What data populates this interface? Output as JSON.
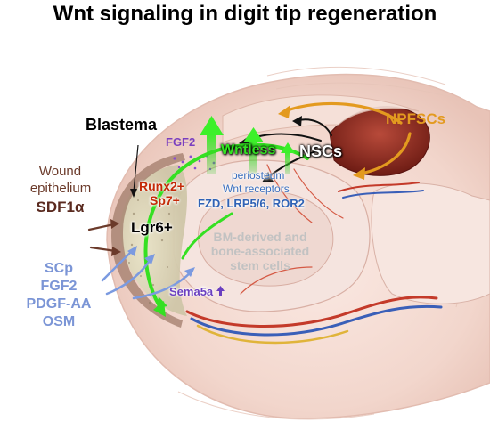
{
  "title": "Wnt signaling in digit tip regeneration",
  "labels": {
    "blastema": "Blastema",
    "fgf2_top": "FGF2",
    "wntless": "Wntless",
    "nscs": "NSCs",
    "npfscs": "NPFSCs",
    "runx2": "Runx2+",
    "sp7": "Sp7+",
    "periosteum": "periosteum",
    "wnt_receptors": "Wnt receptors",
    "receptor_list": "FZD, LRP5/6, ROR2",
    "lgr6": "Lgr6+",
    "bm_line1": "BM-derived and",
    "bm_line2": "bone-associated",
    "bm_line3": "stem cells",
    "wound_line1": "Wound",
    "wound_line2": "epithelium",
    "sdf1a": "SDF1α",
    "scp": "SCp",
    "fgf2_left": "FGF2",
    "pdgf": "PDGF-AA",
    "osm": "OSM",
    "sema5a": "Sema5a"
  },
  "colors": {
    "title": "#000000",
    "green": "#33dd22",
    "dark_green": "#1f8a14",
    "orange": "#e09020",
    "brown": "#6b3a2a",
    "red": "#cc2200",
    "blue": "#3a6fbf",
    "light_blue": "#7f9fd8",
    "purple": "#7a3fc0",
    "grey": "#bdbdbd",
    "skin": "#f3dcd3"
  },
  "icons": {
    "up_arrow": "up-arrow-icon"
  }
}
